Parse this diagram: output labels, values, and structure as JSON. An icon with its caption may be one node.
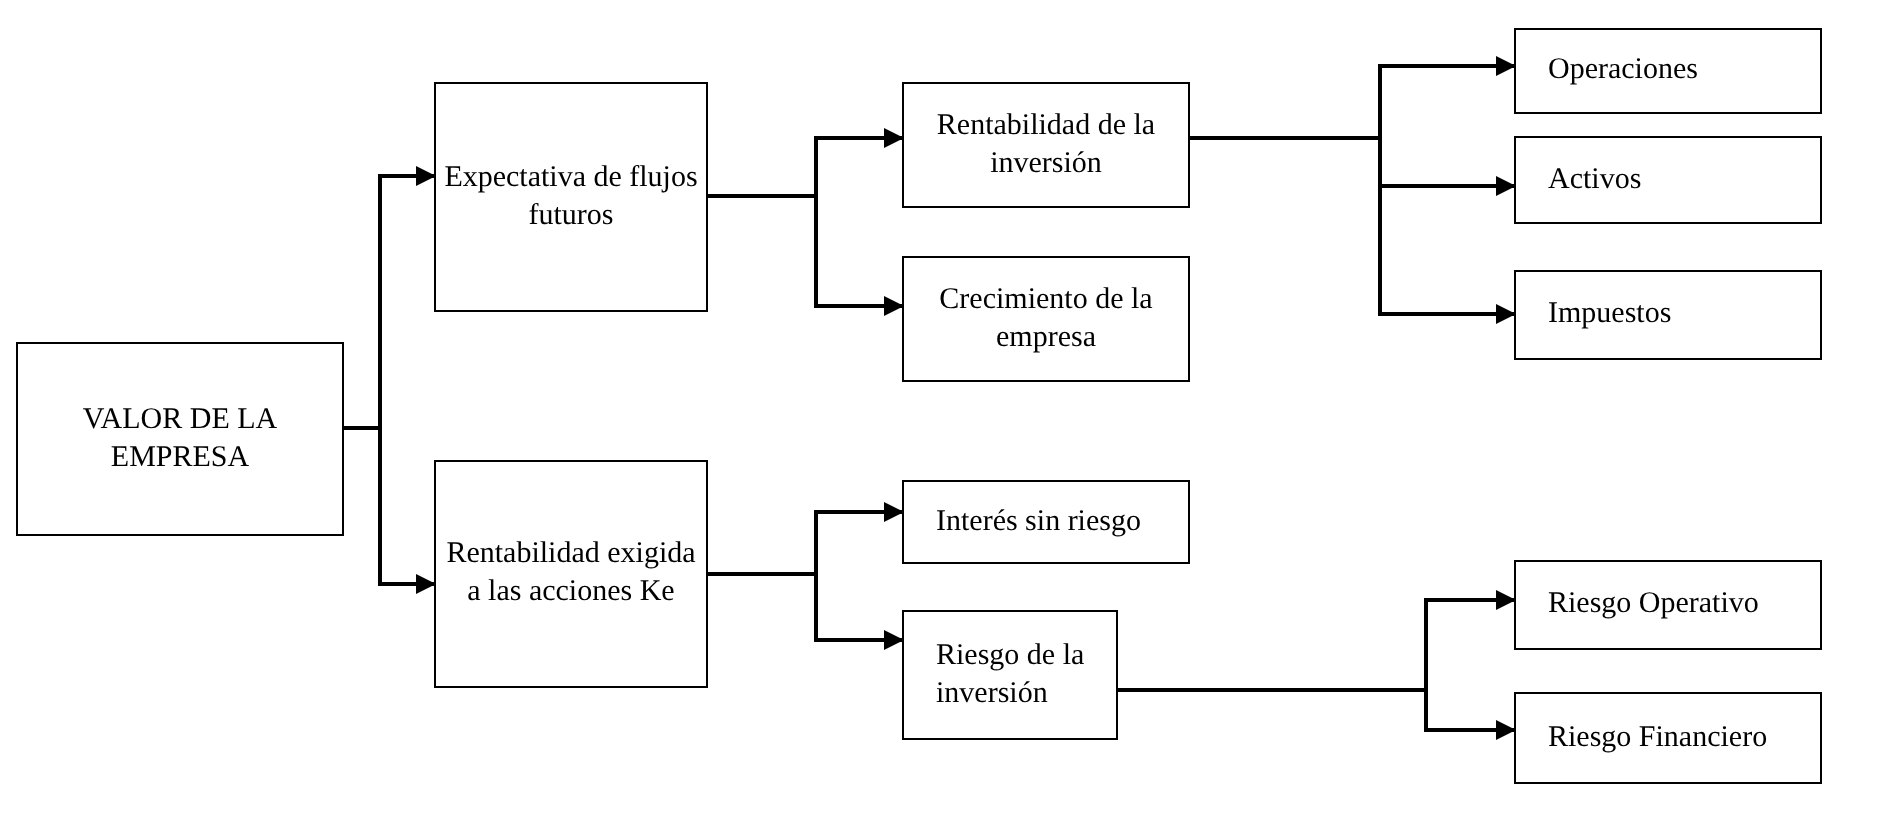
{
  "diagram": {
    "nodes": [
      {
        "text": [
          "VALOR DE LA EMPRESA"
        ]
      },
      {
        "text": [
          "Expectativa de flujos futuros"
        ]
      },
      {
        "text": [
          "Rentabilidad exigida a las acciones Ke"
        ]
      },
      {
        "text": [
          "Rentabilidad de la inversión"
        ]
      },
      {
        "text": [
          "Crecimiento de la empresa"
        ]
      },
      {
        "text": [
          "Interés sin riesgo"
        ]
      },
      {
        "text": [
          "Riesgo de la inversión"
        ]
      },
      {
        "text": [
          "Operaciones"
        ]
      },
      {
        "text": [
          "Activos"
        ]
      },
      {
        "text": [
          "Impuestos"
        ]
      },
      {
        "text": [
          "Riesgo Operativo"
        ]
      },
      {
        "text": [
          "Riesgo Financiero"
        ]
      }
    ],
    "edges": [
      {
        "from": 0,
        "to": 1,
        "arrow": "to"
      },
      {
        "from": 0,
        "to": 2,
        "arrow": "to"
      },
      {
        "from": 1,
        "to": 3,
        "arrow": "to"
      },
      {
        "from": 1,
        "to": 4,
        "arrow": "to"
      },
      {
        "from": 3,
        "to": 7,
        "arrow": "to"
      },
      {
        "from": 3,
        "to": 8,
        "arrow": "to"
      },
      {
        "from": 3,
        "to": 9,
        "arrow": "to"
      },
      {
        "from": 2,
        "to": 5,
        "arrow": "to"
      },
      {
        "from": 2,
        "to": 6,
        "arrow": "to"
      },
      {
        "from": 6,
        "to": 10,
        "arrow": "to"
      },
      {
        "from": 6,
        "to": 11,
        "arrow": "to"
      }
    ]
  }
}
